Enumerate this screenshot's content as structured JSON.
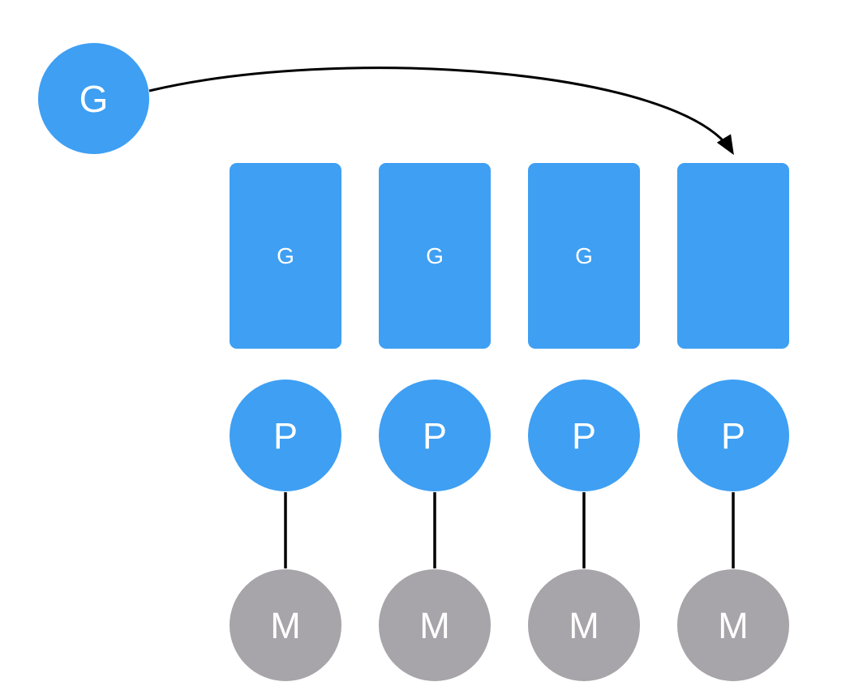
{
  "colors": {
    "blue": "#3E9FF3",
    "gray": "#A7A4AA",
    "line": "#000000",
    "text": "#FFFFFF"
  },
  "nodes": {
    "g_circle": {
      "label": "G"
    },
    "rects": [
      {
        "label": "G"
      },
      {
        "label": "G"
      },
      {
        "label": "G"
      },
      {
        "label": ""
      }
    ],
    "p_circles": [
      {
        "label": "P"
      },
      {
        "label": "P"
      },
      {
        "label": "P"
      },
      {
        "label": "P"
      }
    ],
    "m_circles": [
      {
        "label": "M"
      },
      {
        "label": "M"
      },
      {
        "label": "M"
      },
      {
        "label": "M"
      }
    ]
  },
  "edges": [
    {
      "from": "g-circle",
      "to": "rect-4",
      "style": "curved-arrow"
    },
    {
      "from": "p-circle-1",
      "to": "m-circle-1",
      "style": "line"
    },
    {
      "from": "p-circle-2",
      "to": "m-circle-2",
      "style": "line"
    },
    {
      "from": "p-circle-3",
      "to": "m-circle-3",
      "style": "line"
    },
    {
      "from": "p-circle-4",
      "to": "m-circle-4",
      "style": "line"
    }
  ]
}
